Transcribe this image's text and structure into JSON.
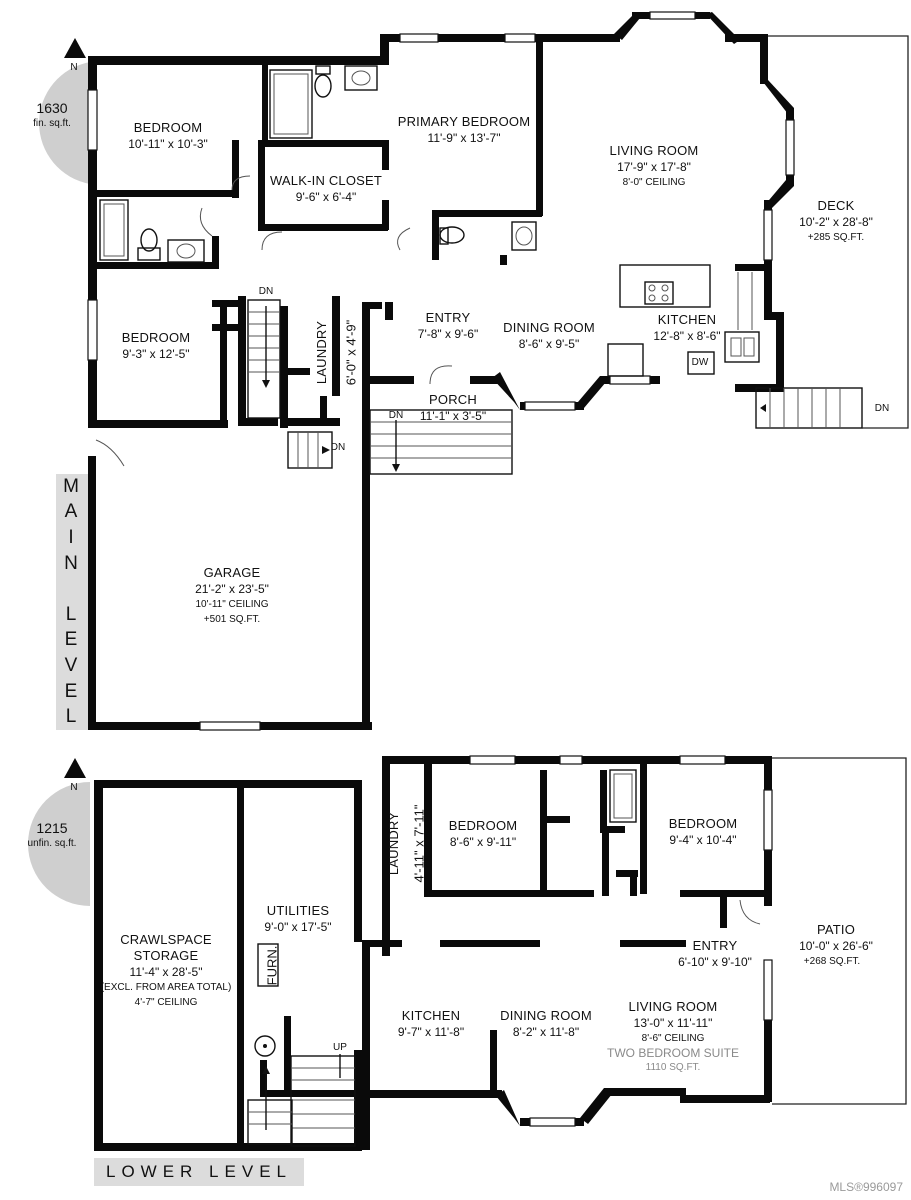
{
  "main_level": {
    "label": "MAIN LEVEL",
    "area_badge": {
      "number": "1630",
      "unit": "fin. sq.ft.",
      "north": "N"
    },
    "rooms": {
      "bedroom_nw": {
        "name": "BEDROOM",
        "dims": "10'-11\" x 10'-3\""
      },
      "walk_in_closet": {
        "name": "WALK-IN CLOSET",
        "dims": "9'-6\" x 6'-4\""
      },
      "primary_bedroom": {
        "name": "PRIMARY BEDROOM",
        "dims": "11'-9\" x 13'-7\""
      },
      "living_room": {
        "name": "LIVING ROOM",
        "dims": "17'-9\" x 17'-8\"",
        "note": "8'-0\" CEILING"
      },
      "deck": {
        "name": "DECK",
        "dims": "10'-2\" x 28'-8\"",
        "note": "+285 SQ.FT."
      },
      "bedroom_w": {
        "name": "BEDROOM",
        "dims": "9'-3\" x 12'-5\""
      },
      "laundry": {
        "name": "LAUNDRY",
        "dims": "6'-0\" x 4'-9\""
      },
      "entry": {
        "name": "ENTRY",
        "dims": "7'-8\" x 9'-6\""
      },
      "dining_room": {
        "name": "DINING ROOM",
        "dims": "8'-6\" x 9'-5\""
      },
      "kitchen": {
        "name": "KITCHEN",
        "dims": "12'-8\" x 8'-6\""
      },
      "porch": {
        "name": "PORCH",
        "dims": "11'-1\" x 3'-5\""
      },
      "garage": {
        "name": "GARAGE",
        "dims": "21'-2\" x 23'-5\"",
        "note": "10'-11\" CEILING",
        "note2": "+501 SQ.FT."
      }
    },
    "stair_labels": {
      "dn1": "DN",
      "dn2": "DN",
      "dn3": "DN",
      "dn4": "DN"
    },
    "appliance_labels": {
      "dw": "DW"
    }
  },
  "lower_level": {
    "label": "LOWER LEVEL",
    "area_badge": {
      "number": "1215",
      "unit": "unfin. sq.ft.",
      "north": "N"
    },
    "rooms": {
      "crawlspace": {
        "name": "CRAWLSPACE",
        "name2": "STORAGE",
        "dims": "11'-4\" x 28'-5\"",
        "note": "(EXCL. FROM AREA TOTAL)",
        "note2": "4'-7\" CEILING"
      },
      "utilities": {
        "name": "UTILITIES",
        "dims": "9'-0\" x 17'-5\""
      },
      "laundry": {
        "name": "LAUNDRY",
        "dims": "4'-11\" x 7'-11\""
      },
      "bedroom_mid": {
        "name": "BEDROOM",
        "dims": "8'-6\" x 9'-11\""
      },
      "bedroom_east": {
        "name": "BEDROOM",
        "dims": "9'-4\" x 10'-4\""
      },
      "patio": {
        "name": "PATIO",
        "dims": "10'-0\" x 26'-6\"",
        "note": "+268 SQ.FT."
      },
      "entry": {
        "name": "ENTRY",
        "dims": "6'-10\" x 9'-10\""
      },
      "kitchen": {
        "name": "KITCHEN",
        "dims": "9'-7\" x 11'-8\""
      },
      "dining_room": {
        "name": "DINING ROOM",
        "dims": "8'-2\" x 11'-8\""
      },
      "living_room": {
        "name": "LIVING ROOM",
        "dims": "13'-0\" x 11'-11\"",
        "note": "8'-6\" CEILING",
        "suite": "TWO BEDROOM SUITE",
        "suite_area": "1110 SQ.FT."
      }
    },
    "furn_label": "FURN.",
    "stair_label": "UP"
  },
  "watermark": "MLS®996097"
}
